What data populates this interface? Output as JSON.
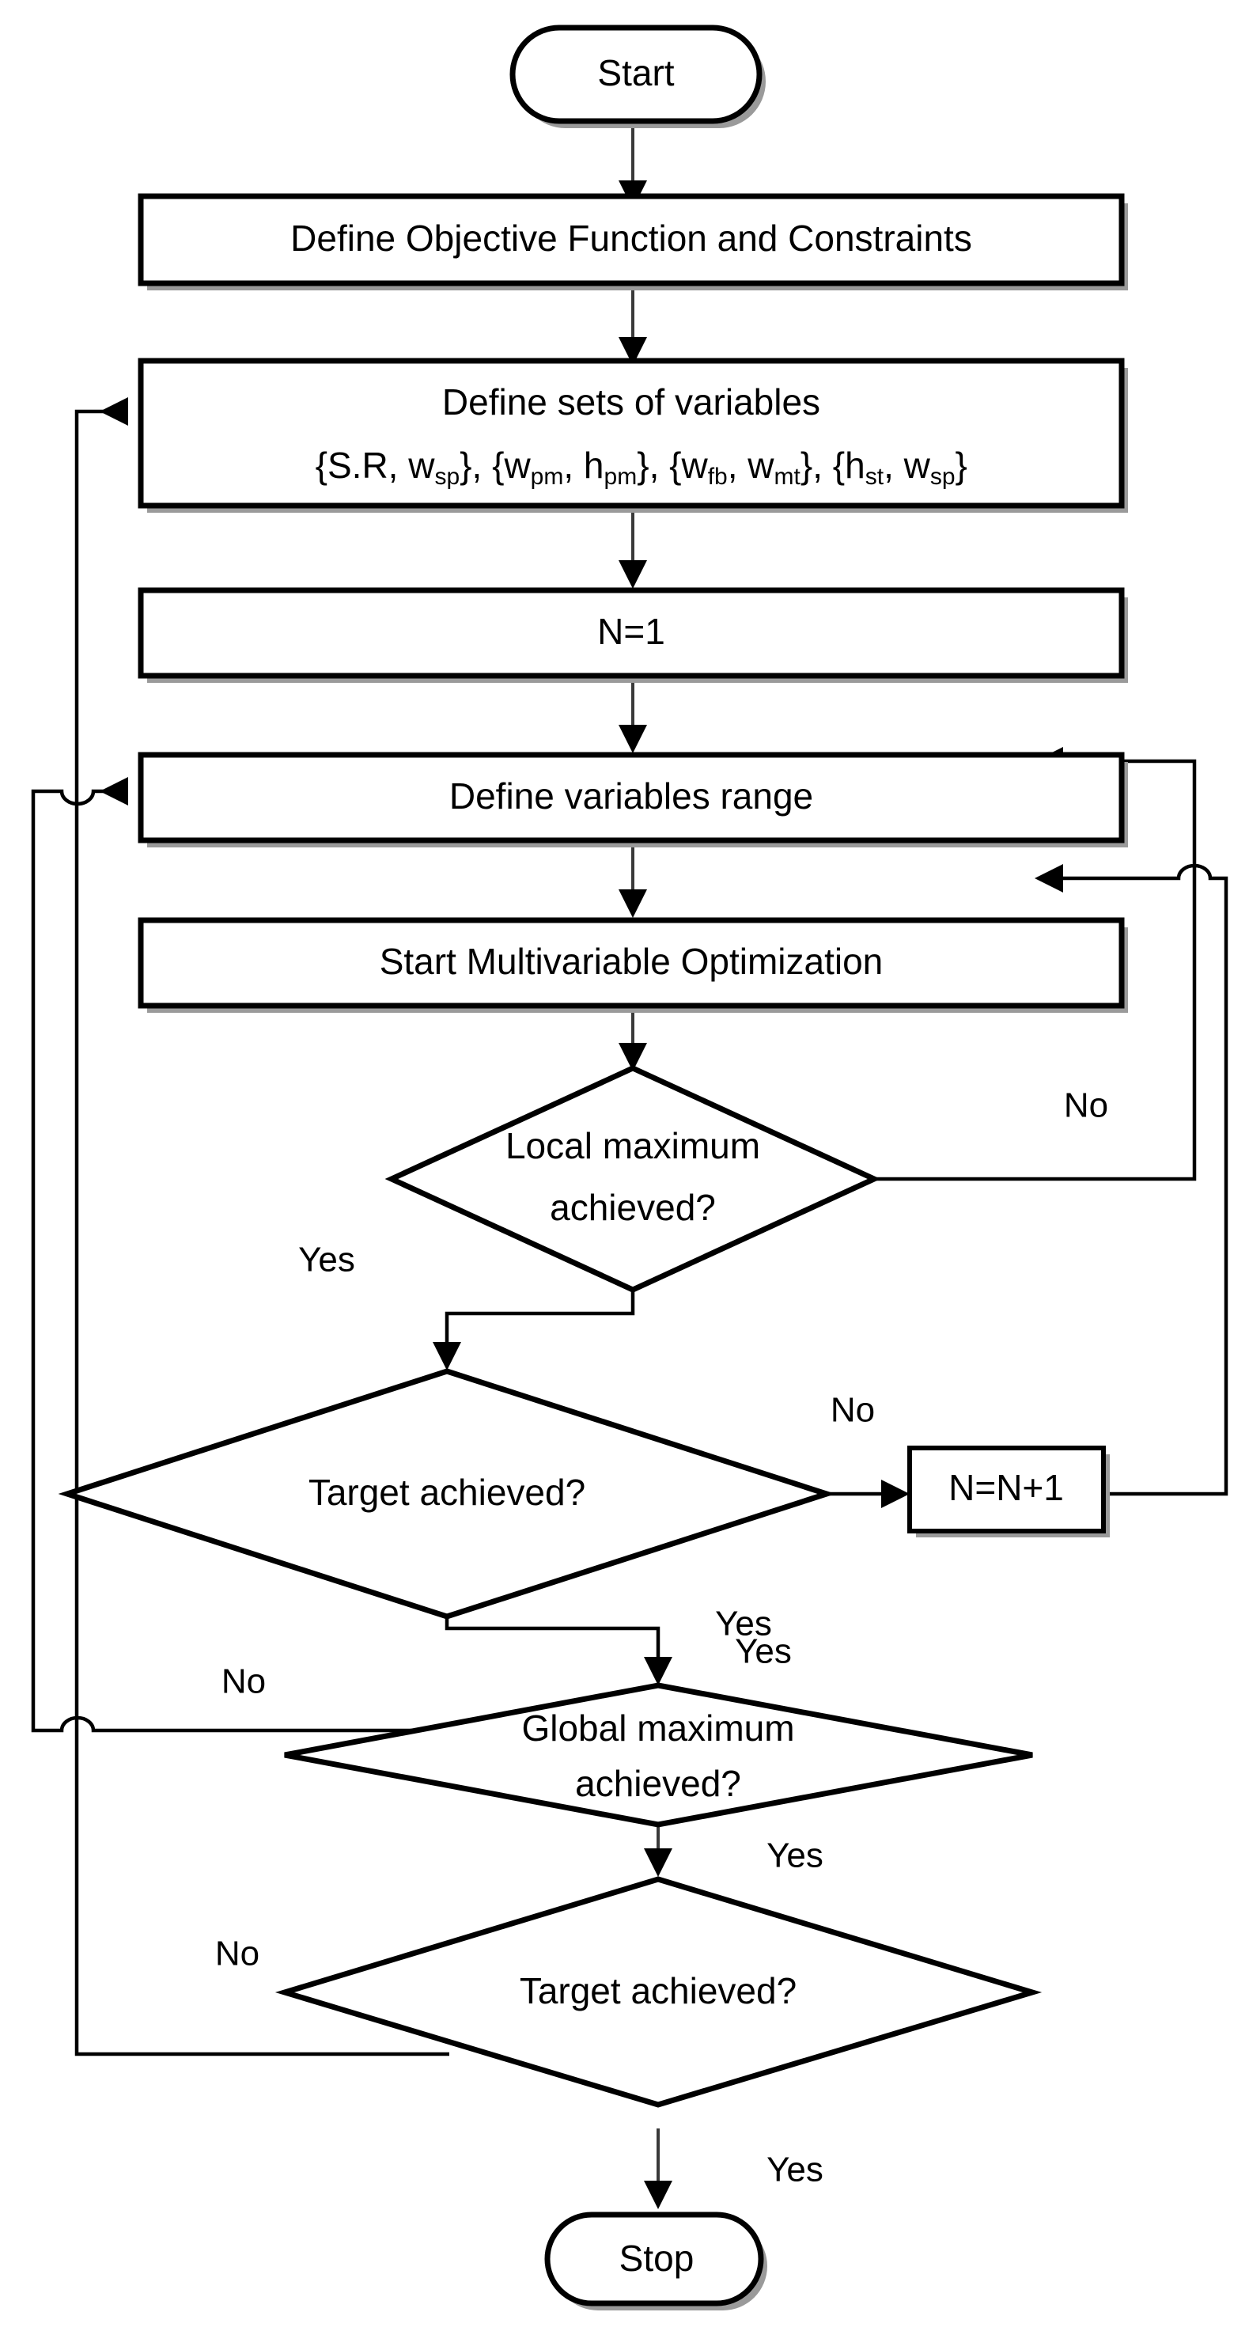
{
  "diagram": {
    "title": "Multivariable Optimization Flowchart",
    "background_color": "#ffffff",
    "line_color": "#000000",
    "shape_fill": "#ffffff",
    "shape_stroke": "#000000"
  },
  "nodes": {
    "start": {
      "label": "Start",
      "shape": "terminator"
    },
    "define_objective": {
      "label": "Define Objective Function and Constraints",
      "shape": "process"
    },
    "define_sets": {
      "line1": "Define sets of variables",
      "line2_parts": [
        {
          "base": "{S.R, w",
          "sub": "sp",
          "tail": "}, {w"
        },
        {
          "base": "",
          "sub": "pm",
          "tail": ", h"
        },
        {
          "base": "",
          "sub": "pm",
          "tail": "}, {w"
        },
        {
          "base": "",
          "sub": "fb",
          "tail": ", w"
        },
        {
          "base": "",
          "sub": "mt",
          "tail": "}, {h"
        },
        {
          "base": "",
          "sub": "st",
          "tail": ", w"
        },
        {
          "base": "",
          "sub": "sp",
          "tail": "}"
        }
      ],
      "line2_plain": "{S.R, wsp}, {wpm, hpm}, {wfb, wmt}, {hst, wsp}",
      "shape": "process"
    },
    "n_init": {
      "label": "N=1",
      "shape": "process"
    },
    "define_range": {
      "label": "Define variables range",
      "shape": "process"
    },
    "start_opt": {
      "label": "Start Multivariable Optimization",
      "shape": "process"
    },
    "local_max": {
      "line1": "Local maximum",
      "line2": "achieved?",
      "shape": "decision"
    },
    "target_1": {
      "label": "Target achieved?",
      "shape": "decision"
    },
    "n_increment": {
      "label": "N=N+1",
      "shape": "process"
    },
    "global_max": {
      "line1": "Global maximum",
      "line2": "achieved?",
      "shape": "decision"
    },
    "target_2": {
      "label": "Target achieved?",
      "shape": "decision"
    },
    "stop": {
      "label": "Stop",
      "shape": "terminator"
    }
  },
  "edge_labels": {
    "local_max_no": "No",
    "local_max_yes": "Yes",
    "target1_no": "No",
    "target1_yes": "Yes",
    "global_max_no": "No",
    "global_max_yes": "Yes",
    "target2_no": "No",
    "target2_yes": "Yes"
  },
  "flow_sequence": [
    "Start",
    "Define Objective Function and Constraints",
    "Define sets of variables",
    "N=1",
    "Define variables range",
    "Start Multivariable Optimization",
    "Local maximum achieved?",
    "Target achieved?",
    "N=N+1",
    "Global maximum achieved?",
    "Target achieved?",
    "Stop"
  ]
}
